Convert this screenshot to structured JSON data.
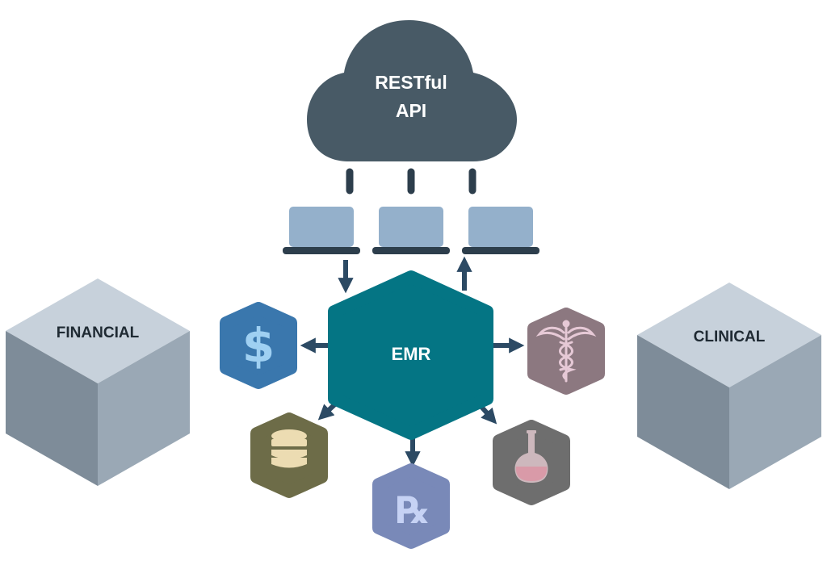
{
  "cloud": {
    "line1": "RESTful",
    "line2": "API"
  },
  "hub": {
    "label": "EMR"
  },
  "left_cube": {
    "label": "FINANCIAL"
  },
  "right_cube": {
    "label": "CLINICAL"
  },
  "rx_symbol": "℞",
  "nodes": {
    "financial": "dollar-icon",
    "database": "database-icon",
    "prescription": "prescription-icon",
    "lab": "flask-icon",
    "clinical": "caduceus-icon"
  },
  "colors": {
    "cloud": "#485a66",
    "laptop_screen": "#94b0cb",
    "laptop_base": "#2d3e4c",
    "arrow": "#2c4a64",
    "emr": "#047584",
    "financial": "#3a77ad",
    "database": "#6d6c48",
    "prescription": "#7989b8",
    "lab": "#6e6e6e",
    "clinical": "#8c7880",
    "cube_top": "#c7d1db",
    "cube_left": "#7e8c99",
    "cube_right": "#9aa8b5"
  }
}
